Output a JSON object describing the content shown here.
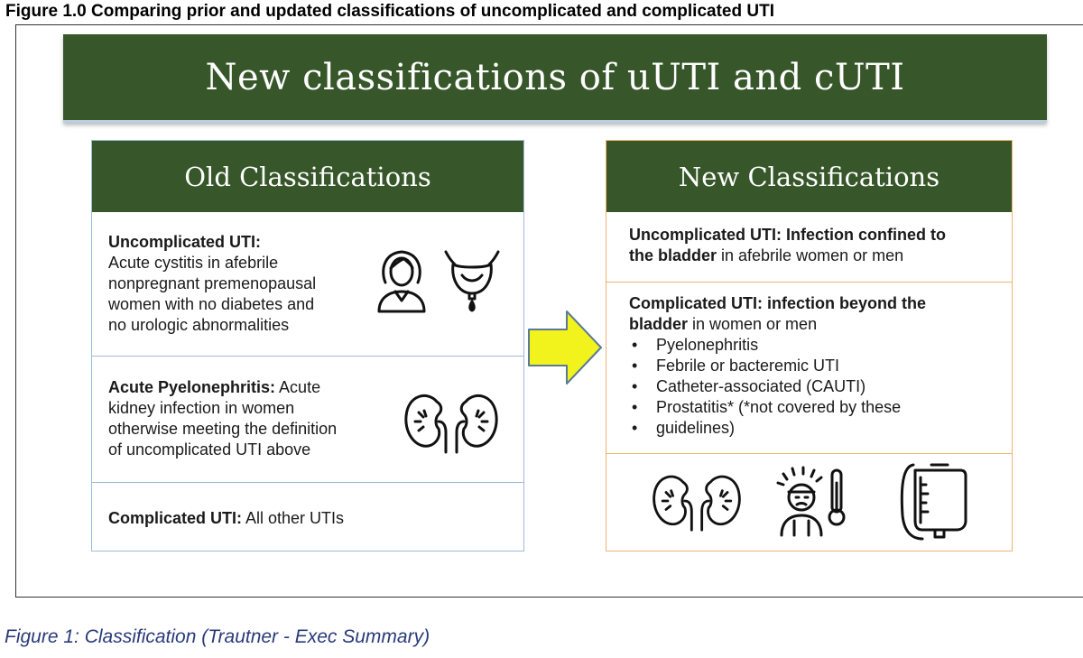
{
  "figure_heading": "Figure 1.0 Comparing prior and updated classifications of uncomplicated and complicated UTI",
  "banner_title": "New classifications of uUTI and cUTI",
  "old": {
    "header": "Old Classifications",
    "uncomplicated": {
      "bold": "Uncomplicated UTI:",
      "lines": [
        "Acute cystitis in afebrile",
        "nonpregnant premenopausal",
        "women with no diabetes and",
        "no urologic abnormalities"
      ]
    },
    "pyelo": {
      "bold": "Acute Pyelonephritis:",
      "first_rest": " Acute",
      "lines": [
        "kidney infection in women",
        "otherwise meeting the definition",
        "of uncomplicated UTI above"
      ]
    },
    "complicated": {
      "bold": "Complicated UTI:",
      "rest": " All other UTIs"
    }
  },
  "new": {
    "header": "New Classifications",
    "uncomplicated": {
      "bold_1": "Uncomplicated UTI: Infection confined to",
      "bold_2": "the bladder",
      "rest_2": " in afebrile women or men"
    },
    "complicated": {
      "bold_1": "Complicated UTI: infection beyond the",
      "bold_2": "bladder",
      "rest_2": " in women or men",
      "bullets": [
        "Pyelonephritis",
        "Febrile or bacteremic UTI",
        "Catheter-associated (CAUTI)",
        "Prostatitis* (*not covered by these",
        "guidelines)"
      ]
    }
  },
  "icons": {
    "old_row1": [
      "woman-icon",
      "bladder-icon"
    ],
    "old_row2": [
      "kidneys-icon"
    ],
    "new_row": [
      "kidneys-icon",
      "fever-person-icon",
      "catheter-bag-icon"
    ]
  },
  "colors": {
    "dark_green": "#37572a",
    "old_border": "#9dbbd7",
    "new_border": "#f0b46e",
    "arrow_fill": "#f2f21c"
  },
  "caption": "Figure 1:  Classification (Trautner - Exec Summary)"
}
